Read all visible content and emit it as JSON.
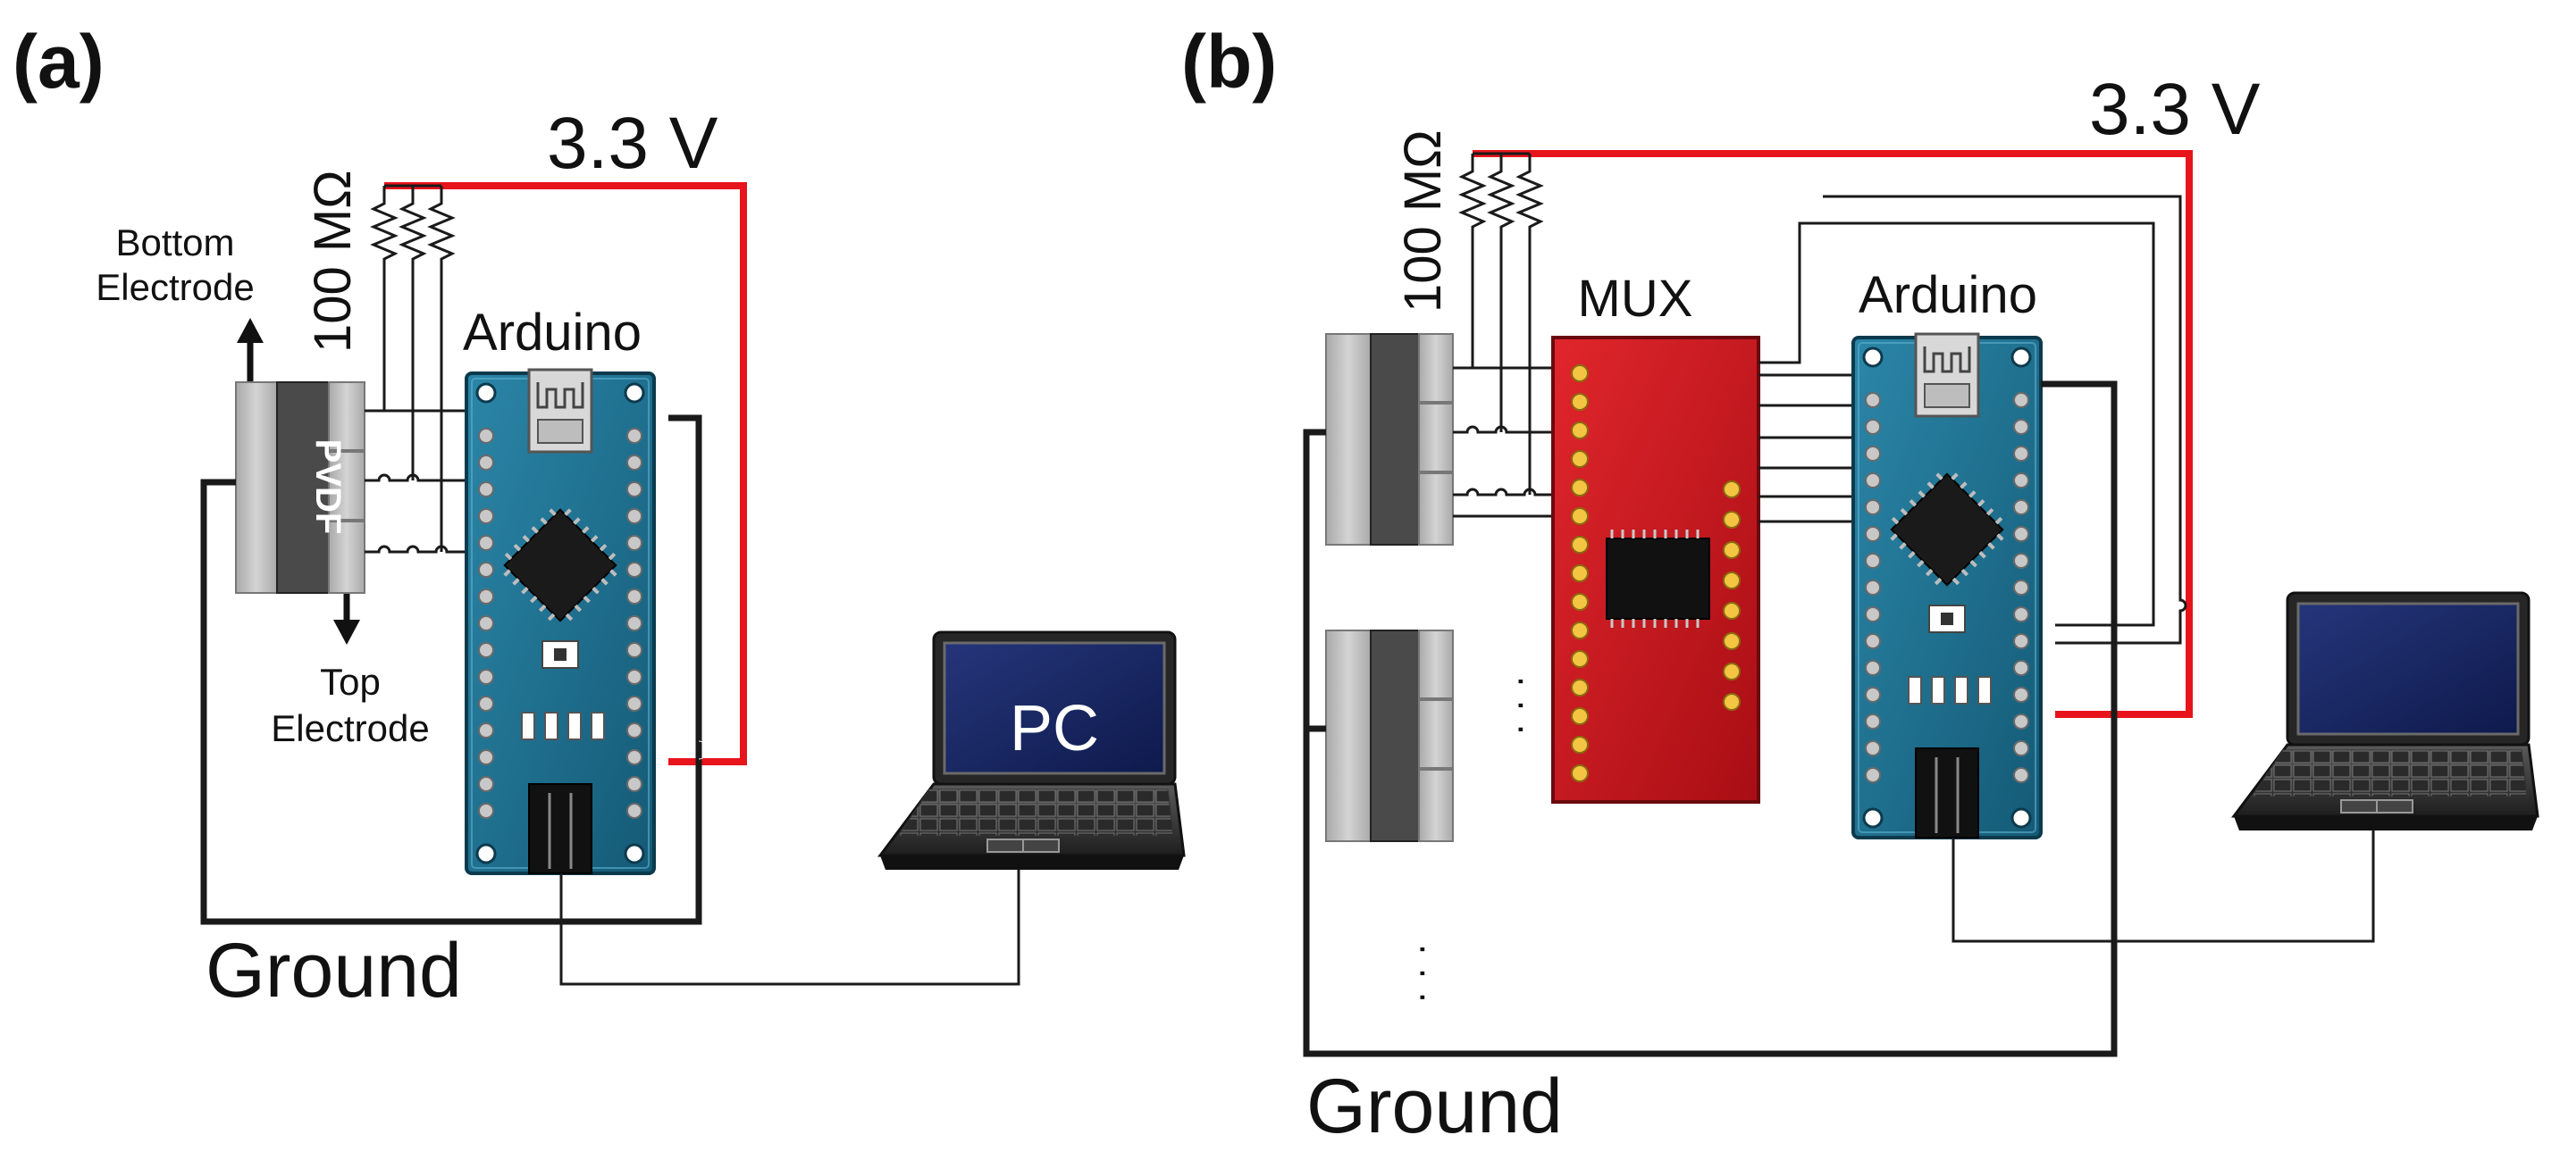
{
  "panel_a": {
    "label": "(a)",
    "voltage": "3.3 V",
    "resistor": "100 MΩ",
    "sensor": "PVDF",
    "bottom_electrode": [
      "Bottom",
      "Electrode"
    ],
    "top_electrode": [
      "Top",
      "Electrode"
    ],
    "board": "Arduino",
    "computer": "PC",
    "ground": "Ground"
  },
  "panel_b": {
    "label": "(b)",
    "voltage": "3.3 V",
    "resistor": "100 MΩ",
    "mux": "MUX",
    "board": "Arduino",
    "ellipsis_h": "· · ·",
    "ellipsis_v": "· · ·",
    "ground": "Ground"
  },
  "colors": {
    "power_wire": "#e8141c",
    "signal_wire": "#1a1a1a",
    "arduino_board": "#1f6f8f",
    "mux_board": "#c8141c",
    "laptop_screen": "#1a2a6a"
  }
}
